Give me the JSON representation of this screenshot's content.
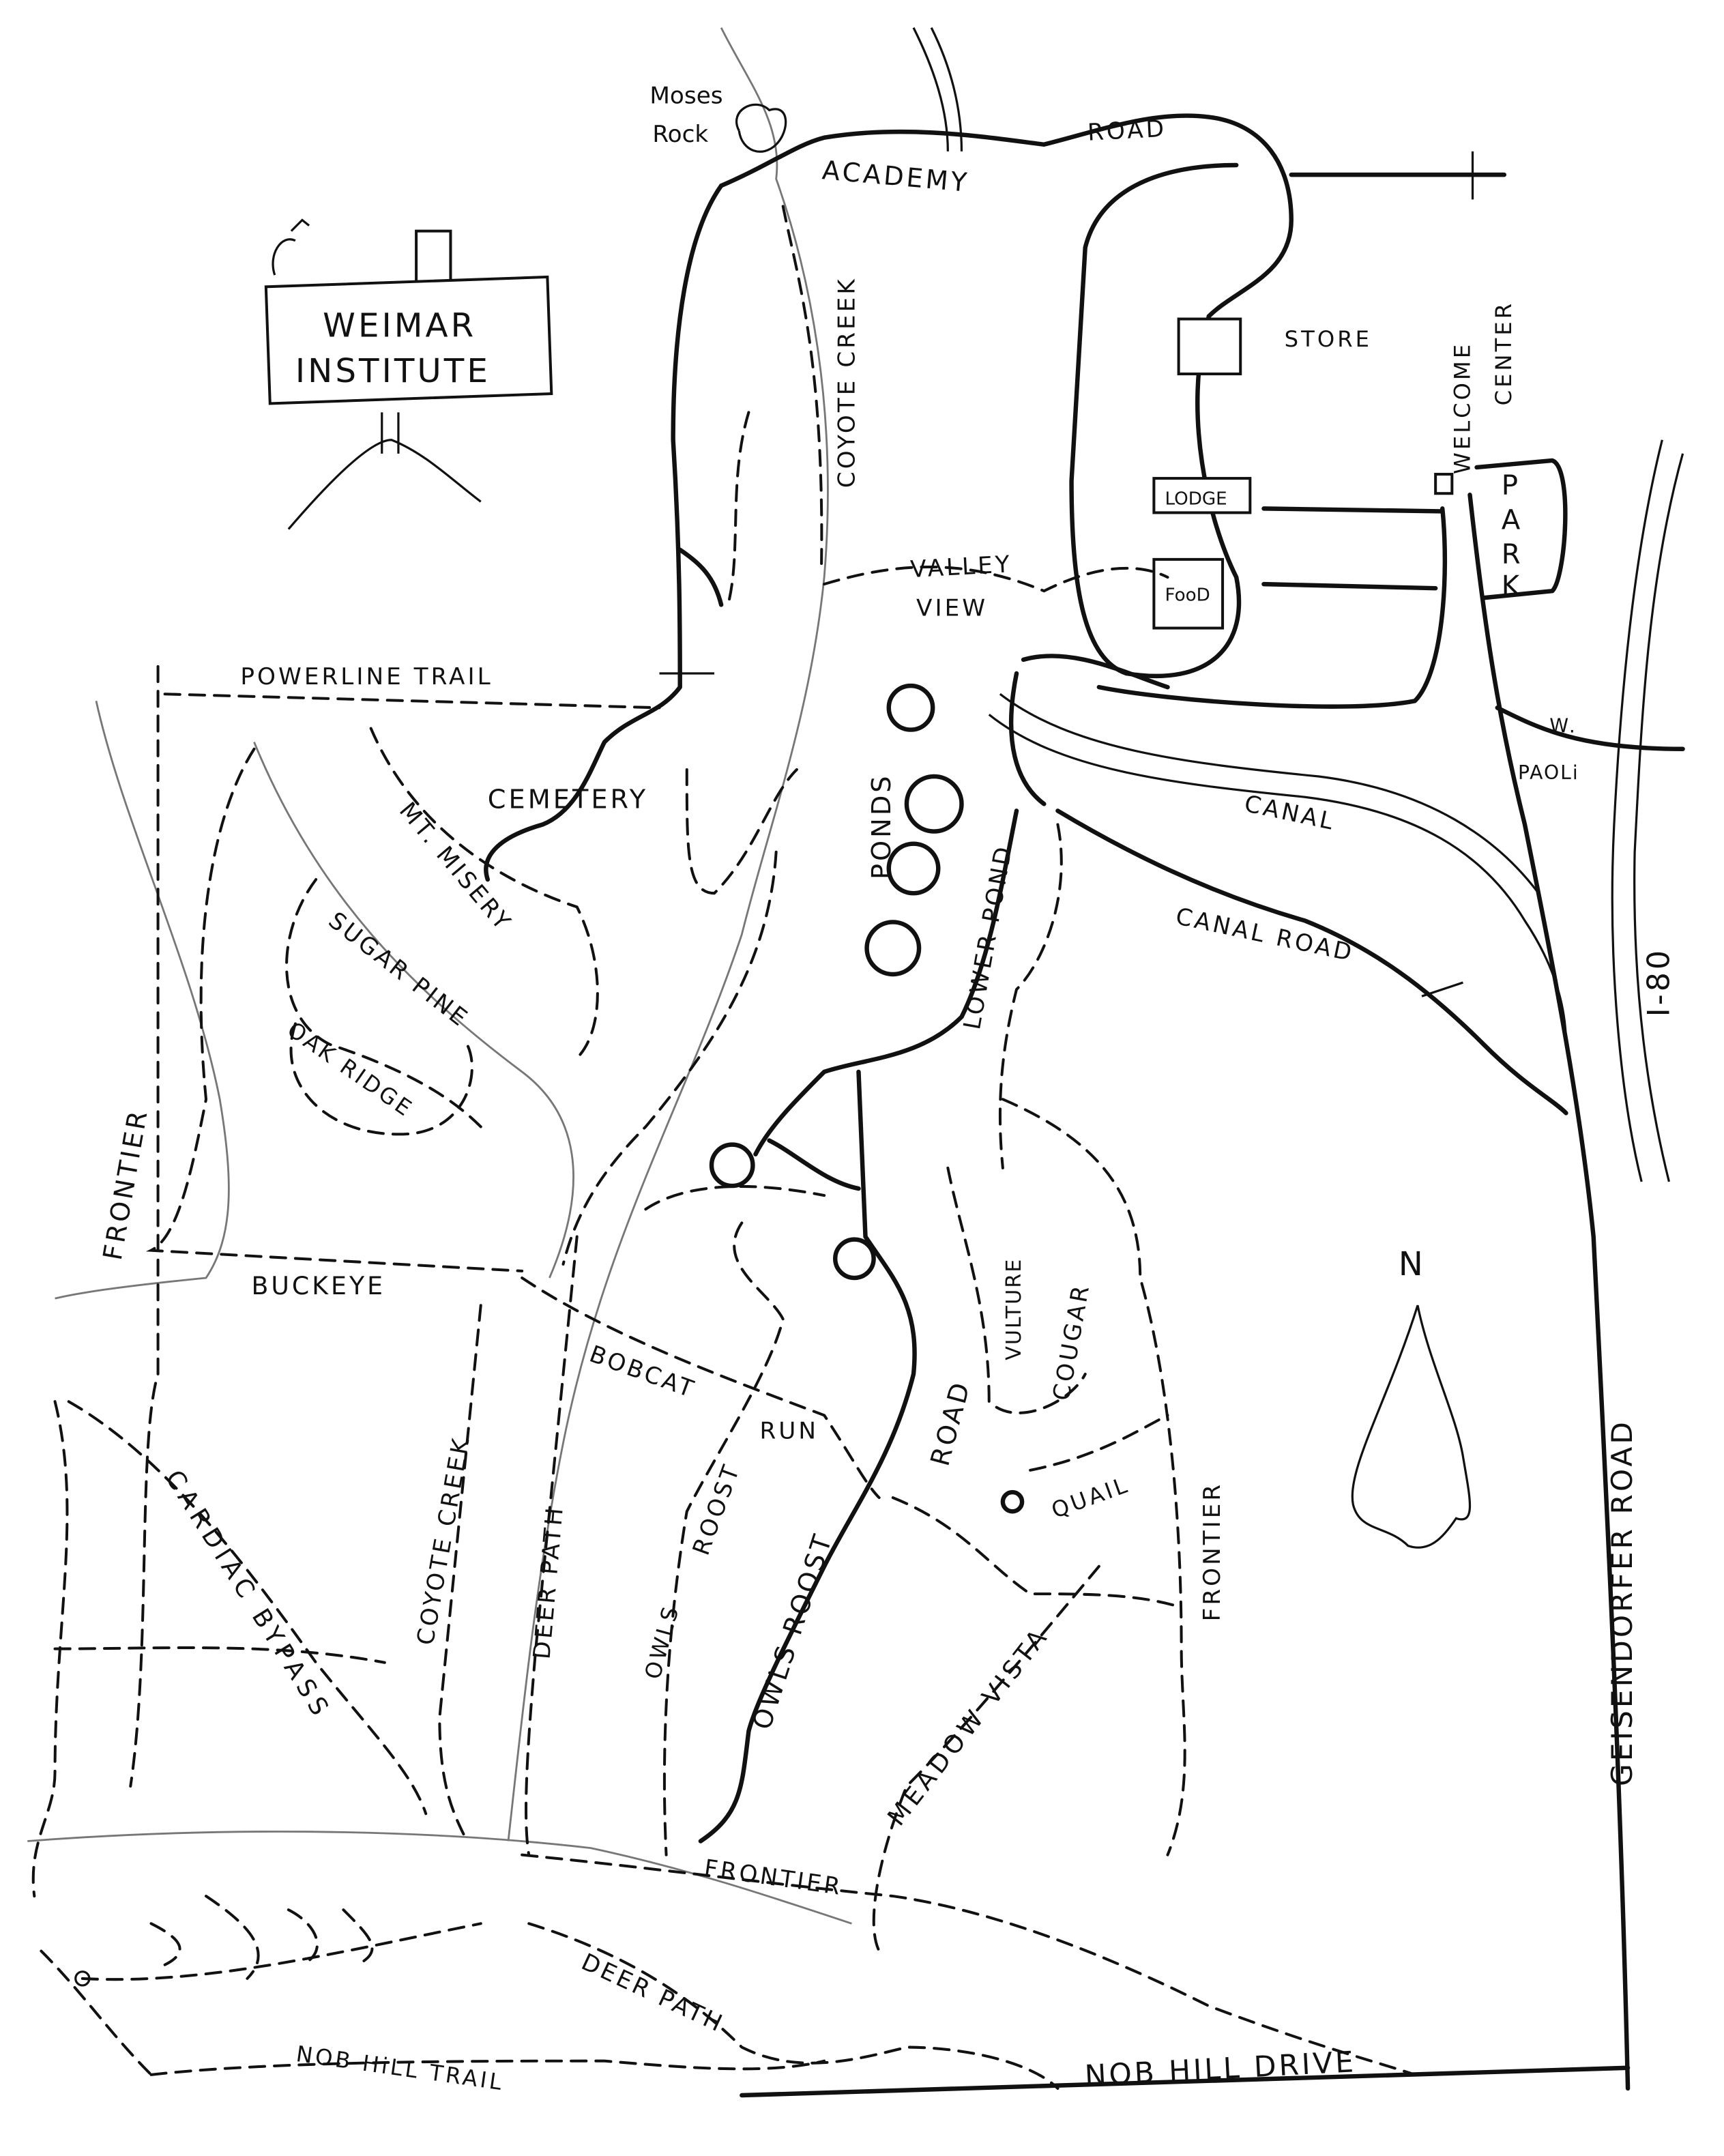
{
  "sign": {
    "line1": "WEIMAR",
    "line2": "INSTITUTE"
  },
  "landmarks": {
    "moses_rock": [
      "Moses",
      "Rock"
    ],
    "store": "STORE",
    "lodge": "LODGE",
    "food": "FooD",
    "welcome": "WELCOME",
    "center": "CENTER",
    "park": [
      "P",
      "A",
      "R",
      "K"
    ],
    "ponds": "PONDS",
    "lower_pond": "LOWER POND",
    "cemetery": "CEMETERY",
    "north": "N"
  },
  "roads": {
    "academy": "ACADEMY",
    "academy_road": "ROAD",
    "w_paoli": [
      "W.",
      "PAOLi"
    ],
    "canal": "CANAL",
    "canal_road": "CANAL ROAD",
    "i80": "I-80",
    "geisendorfer": "GEISENDORFER ROAD",
    "nob_hill_drive": "NOB  HILL  DRIVE",
    "road_center": "ROAD",
    "owls_roost_road": "OWLS ROOST"
  },
  "trails": {
    "coyote_creek_top": "COYOTE CREEK",
    "valley": "VALLEY",
    "view": "VIEW",
    "powerline": "POWERLINE TRAIL",
    "mt_misery": "MT. MISERY",
    "sugar_pine": "SUGAR PINE",
    "oak_ridge": "OAK RIDGE",
    "frontier_left": "FRONTIER",
    "buckeye": "BUCKEYE",
    "bobcat": "BOBCAT",
    "run": "RUN",
    "vulture": "VULTURE",
    "cougar": "COUGAR",
    "quail": "QUAIL",
    "frontier_right": "FRONTIER",
    "coyote_creek_bottom": "COYOTE CREEK",
    "deer_path": "DEER PATH",
    "roost": "ROOST",
    "owls": "OWLS",
    "cardiac_bypass": "CARDIAC BYPASS",
    "meadow_vista": "MEADOW VISTA",
    "frontier_bottom": "FRONTIER",
    "deer_path_bottom": "DEER PATH",
    "nob_hill_trail": "NOB  HiLL  TRAIL"
  }
}
